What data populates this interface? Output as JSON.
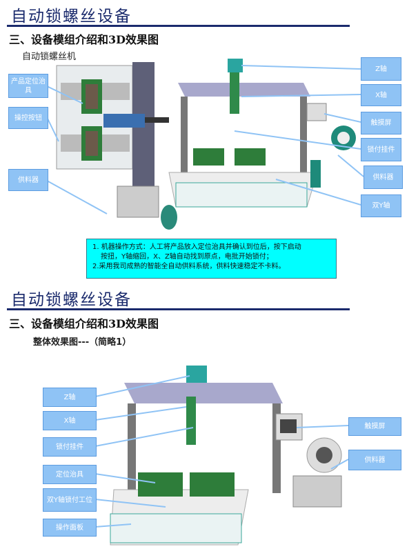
{
  "slide1": {
    "title": "自动锁螺丝设备",
    "subtitle": "三、设备模组介绍和3D效果图",
    "caption": "自动锁螺丝机",
    "left_callouts": [
      "产品定位治具",
      "操控按钮",
      "供料器"
    ],
    "right_callouts": [
      "Z轴",
      "X轴",
      "触摸屏",
      "锁付挂件",
      "供料器",
      "双Y轴"
    ],
    "info": [
      "1. 机器操作方式：人工将产品放入定位治具并确认到位后，按下启动",
      "按扭，Y轴缩回，X、Z轴自动找到原点，电批开始锁付；",
      "2.采用我司成熟的智能全自动供料系统，供料快速稳定不卡料。"
    ]
  },
  "slide2": {
    "title": "自动锁螺丝设备",
    "subtitle": "三、设备模组介绍和3D效果图",
    "caption": "整体效果图---（简略1）",
    "left_callouts": [
      "Z轴",
      "X轴",
      "锁付挂件",
      "定位治具",
      "双Y轴锁付工位",
      "操作面板"
    ],
    "right_callouts": [
      "触摸屏",
      "供料器"
    ]
  },
  "colors": {
    "title": "#1a2a6c",
    "callout": "#8fc3f5",
    "info_bg": "#00ffff"
  }
}
